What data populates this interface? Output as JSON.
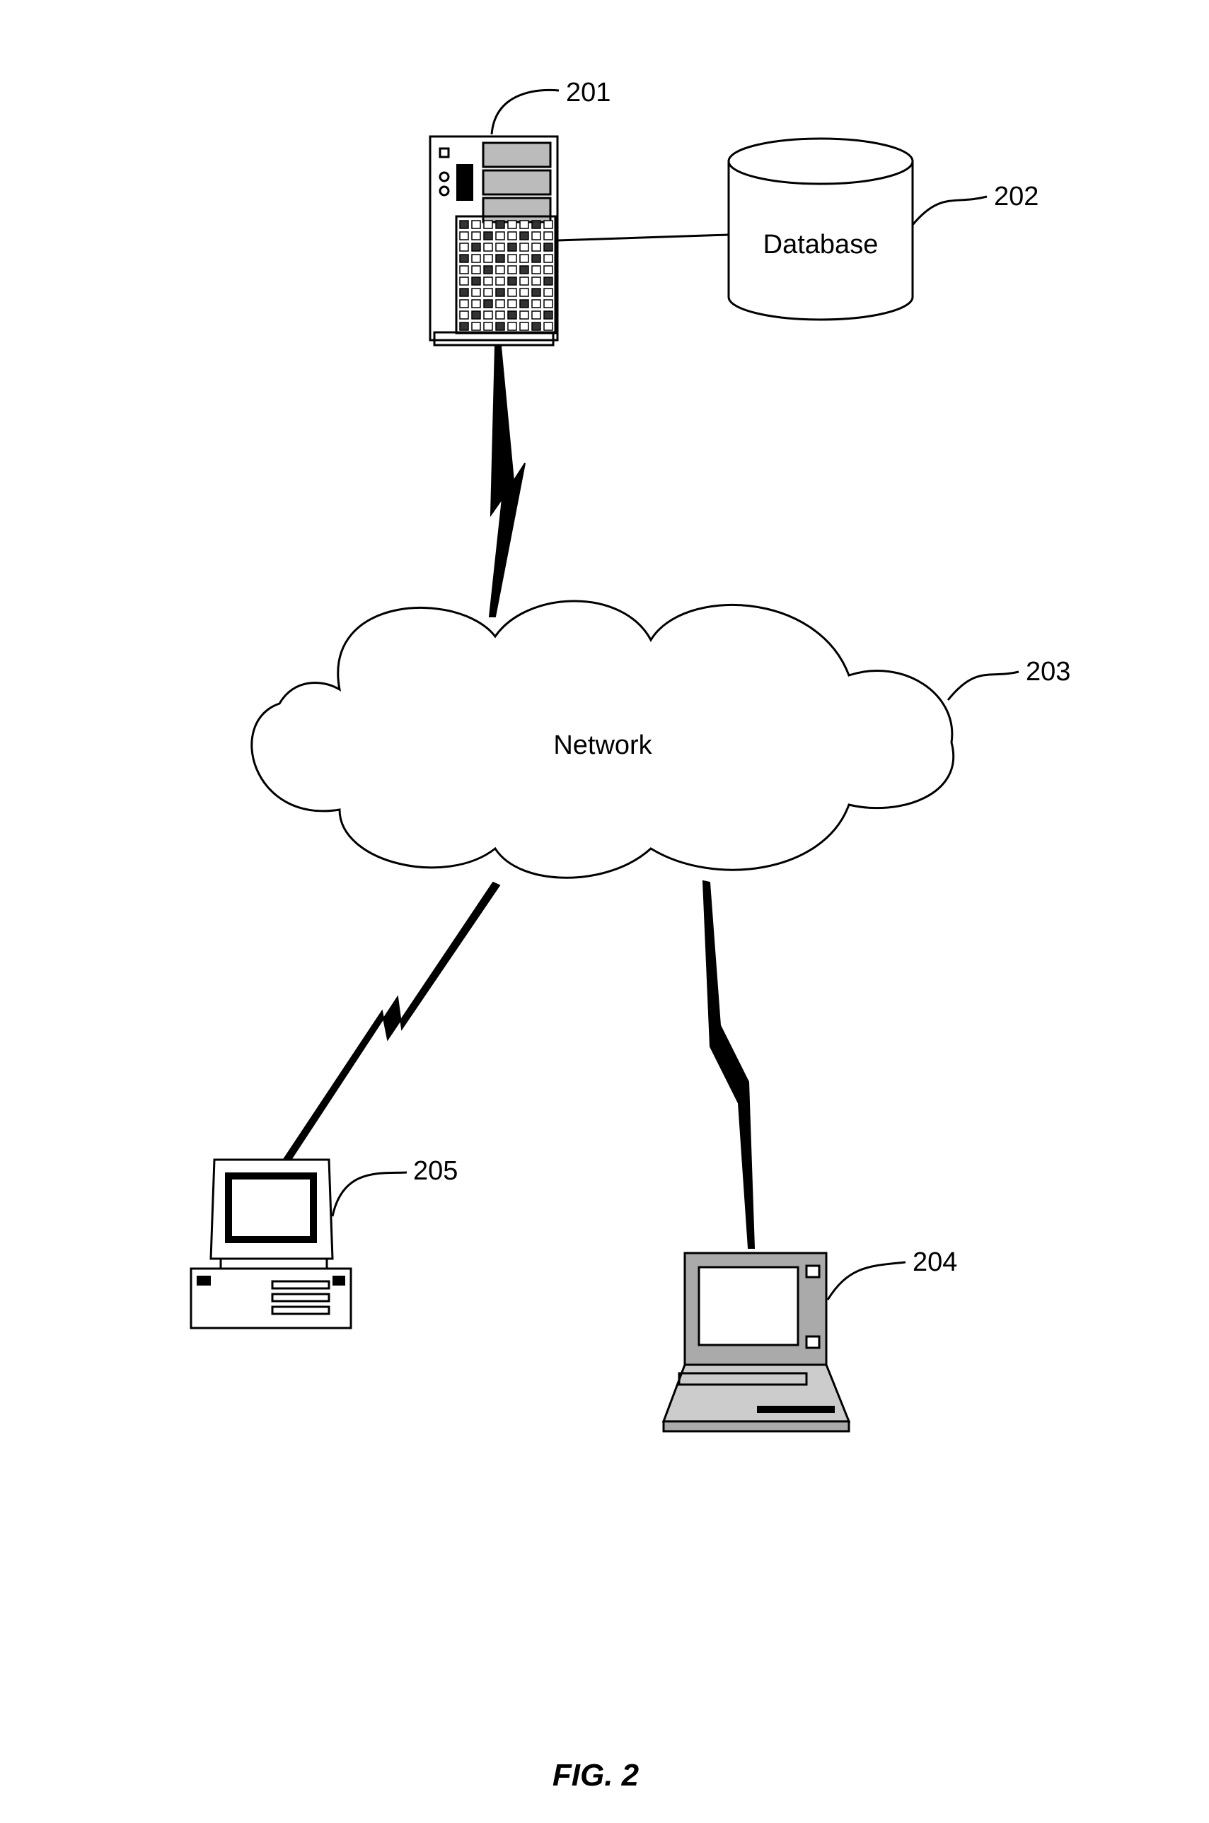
{
  "nodes": {
    "server": {
      "ref": "201",
      "icon": "server-tower-icon"
    },
    "database": {
      "ref": "202",
      "label": "Database",
      "icon": "database-cylinder-icon"
    },
    "network": {
      "ref": "203",
      "label": "Network",
      "icon": "cloud-icon"
    },
    "laptop": {
      "ref": "204",
      "icon": "laptop-icon"
    },
    "desktop": {
      "ref": "205",
      "icon": "desktop-computer-icon"
    }
  },
  "edges": [
    {
      "from": "server",
      "to": "database",
      "style": "line"
    },
    {
      "from": "server",
      "to": "network",
      "style": "lightning-bolt"
    },
    {
      "from": "network",
      "to": "desktop",
      "style": "lightning-bolt"
    },
    {
      "from": "network",
      "to": "laptop",
      "style": "lightning-bolt"
    }
  ],
  "caption": "FIG. 2"
}
